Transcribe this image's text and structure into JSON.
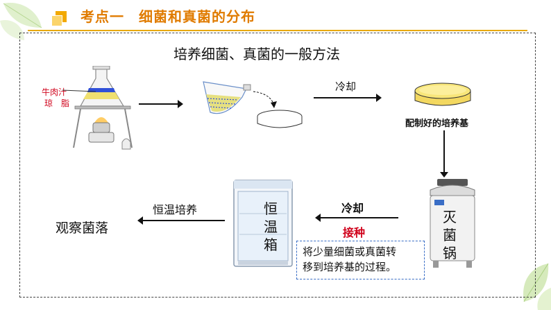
{
  "header": {
    "title": "考点一　细菌和真菌的分布",
    "accent_color": "#f2a900",
    "title_color": "#e07b00"
  },
  "diagram": {
    "title": "培养细菌、真菌的一般方法",
    "flask_labels": [
      "牛肉汁",
      "琼　脂"
    ],
    "step_cool_1": "冷却",
    "step_prepared_medium": "配制好的培养基",
    "sterilizer_label": "灭菌锅",
    "sterilizer_chars": [
      "灭",
      "菌",
      "锅"
    ],
    "step_cool_2": "冷却",
    "step_inoculate": "接种",
    "inoculate_color": "#d0021b",
    "inoculate_explanation_line1": "将少量细菌或真菌转",
    "inoculate_explanation_line2": "移到培养基的过程。",
    "incubator_label": "恒温箱",
    "incubator_chars": [
      "恒",
      "温",
      "箱"
    ],
    "step_incubate": "恒温培养",
    "step_result": "观察菌落"
  }
}
